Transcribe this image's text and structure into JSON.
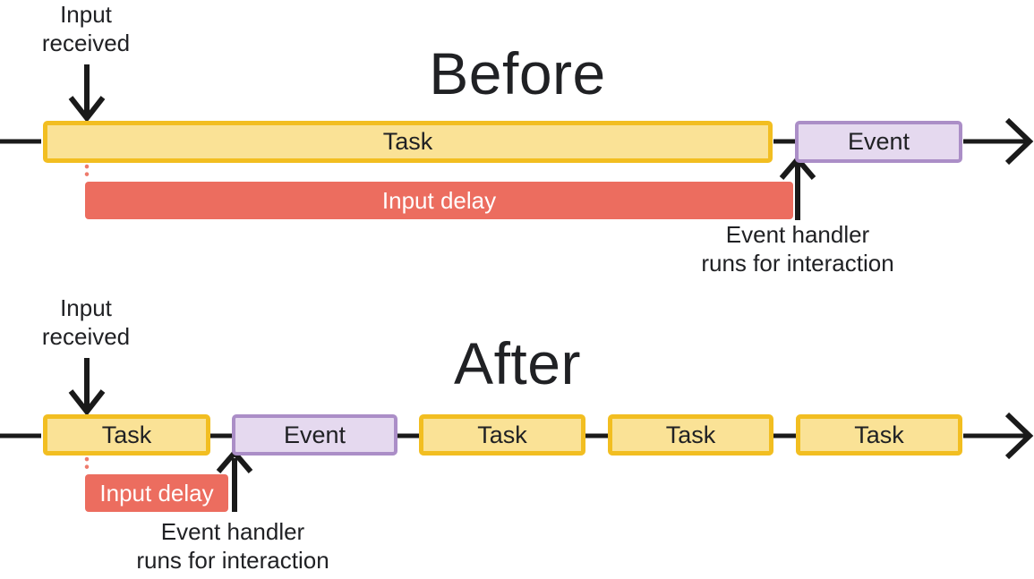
{
  "colors": {
    "task_fill": "#FAE296",
    "task_border": "#F2BE21",
    "event_fill": "#E5D9EF",
    "event_border": "#AB8EC7",
    "input_delay_fill": "#EC6D5F",
    "input_delay_dotted": "#EE7B6C",
    "arrow_stroke": "#1A1A1A",
    "text": "#202124"
  },
  "before": {
    "title": "Before",
    "input_received_label": "Input\nreceived",
    "task_label": "Task",
    "event_label": "Event",
    "input_delay_label": "Input delay",
    "event_handler_label": "Event handler\nruns for interaction"
  },
  "after": {
    "title": "After",
    "input_received_label": "Input\nreceived",
    "task_labels": [
      "Task",
      "Task",
      "Task",
      "Task"
    ],
    "event_label": "Event",
    "input_delay_label": "Input delay",
    "event_handler_label": "Event handler\nruns for interaction"
  }
}
